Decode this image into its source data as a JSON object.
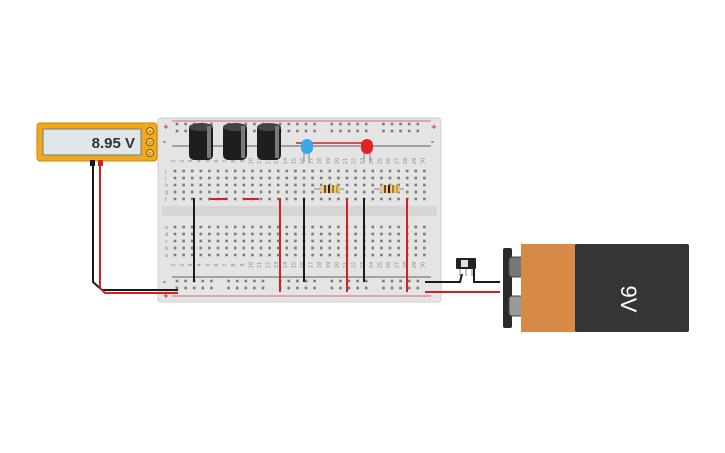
{
  "multimeter": {
    "reading": "8.95 V",
    "terminals": [
      "A",
      "V",
      "C"
    ]
  },
  "battery": {
    "label": "9V",
    "colors": {
      "cap": "#d68a45",
      "body": "#353535"
    }
  },
  "breadboard": {
    "rail_signs": [
      "+",
      "-"
    ],
    "row_letters_top": [
      "j",
      "i",
      "h",
      "g",
      "f"
    ],
    "row_letters_bottom": [
      "e",
      "d",
      "c",
      "b",
      "a"
    ],
    "column_numbers": [
      "1",
      "2",
      "3",
      "4",
      "5",
      "6",
      "7",
      "8",
      "9",
      "10",
      "11",
      "12",
      "13",
      "14",
      "15",
      "16",
      "17",
      "18",
      "19",
      "20",
      "21",
      "22",
      "23",
      "24",
      "25",
      "26",
      "27",
      "28",
      "29",
      "30"
    ]
  },
  "components": {
    "capacitors": 3,
    "leds": [
      {
        "color": "#3aa7e8",
        "name": "blue"
      },
      {
        "color": "#e32222",
        "name": "red"
      }
    ],
    "resistors": 2,
    "switch": "slide"
  },
  "wire_colors": {
    "positive": "#d42020",
    "negative": "#1a1a1a"
  }
}
